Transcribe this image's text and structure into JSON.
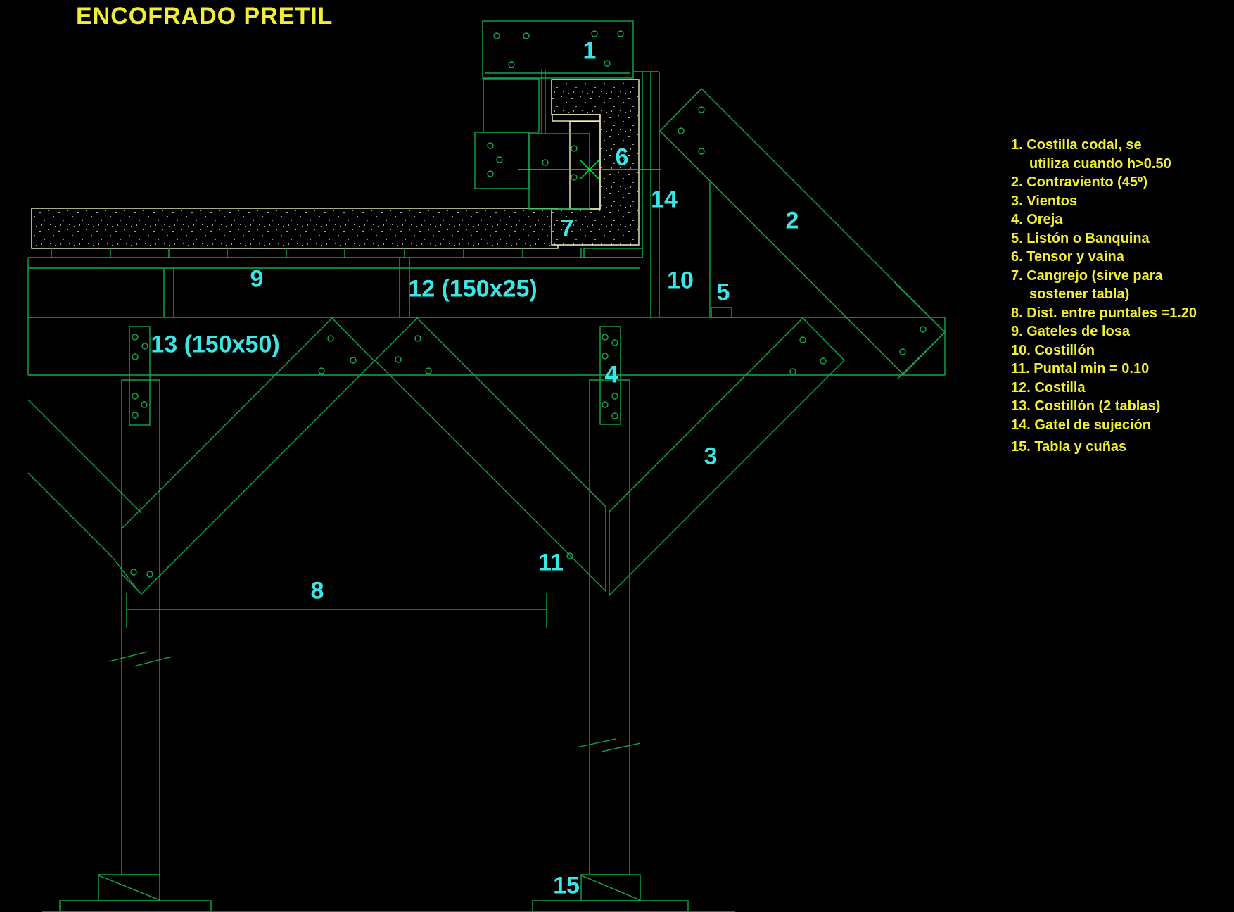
{
  "title": "ENCOFRADO PRETIL",
  "legend": {
    "lines": [
      {
        "text": "1. Costilla codal, se"
      },
      {
        "text": "utiliza cuando h>0.50",
        "indent": true
      },
      {
        "text": "2. Contraviento (45º)"
      },
      {
        "text": "3. Vientos"
      },
      {
        "text": "4. Oreja"
      },
      {
        "text": "5. Listón o Banquina"
      },
      {
        "text": "6. Tensor y vaina"
      },
      {
        "text": "7. Cangrejo (sirve para"
      },
      {
        "text": "sostener tabla)",
        "indent": true
      },
      {
        "text": "8. Dist. entre puntales =1.20"
      },
      {
        "text": "9. Gateles de losa"
      },
      {
        "text": "10. Costillón"
      },
      {
        "text": "11. Puntal min = 0.10"
      },
      {
        "text": "12. Costilla"
      },
      {
        "text": "13. Costillón (2 tablas)"
      },
      {
        "text": "14. Gatel de sujeción"
      },
      {
        "text": "15. Tabla y cuñas",
        "gap": true
      }
    ]
  },
  "part_labels": [
    {
      "id": "1",
      "text": "1"
    },
    {
      "id": "2",
      "text": "2"
    },
    {
      "id": "3",
      "text": "3"
    },
    {
      "id": "4",
      "text": "4"
    },
    {
      "id": "5",
      "text": "5"
    },
    {
      "id": "6",
      "text": "6"
    },
    {
      "id": "7",
      "text": "7"
    },
    {
      "id": "8",
      "text": "8"
    },
    {
      "id": "9",
      "text": "9"
    },
    {
      "id": "10",
      "text": "10"
    },
    {
      "id": "11",
      "text": "11"
    },
    {
      "id": "12",
      "text": "12 (150x25)"
    },
    {
      "id": "13",
      "text": "13 (150x50)"
    },
    {
      "id": "14",
      "text": "14"
    },
    {
      "id": "15",
      "text": "15"
    }
  ],
  "colors": {
    "background": "#000000",
    "line_green": "#12a94e",
    "bright_green": "#00e83c",
    "label_cyan": "#3ce6e6",
    "text_yellow": "#f2ee38",
    "concrete_border": "#f6f0bd"
  }
}
